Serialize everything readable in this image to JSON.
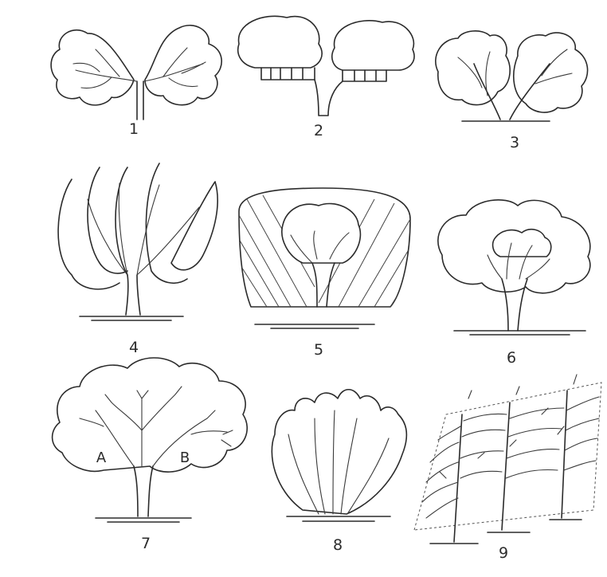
{
  "figures": [
    {
      "number": "1"
    },
    {
      "number": "2"
    },
    {
      "number": "3"
    },
    {
      "number": "4"
    },
    {
      "number": "5"
    },
    {
      "number": "6"
    },
    {
      "number": "7",
      "sides": [
        "A",
        "B"
      ]
    },
    {
      "number": "8"
    },
    {
      "number": "9"
    }
  ]
}
